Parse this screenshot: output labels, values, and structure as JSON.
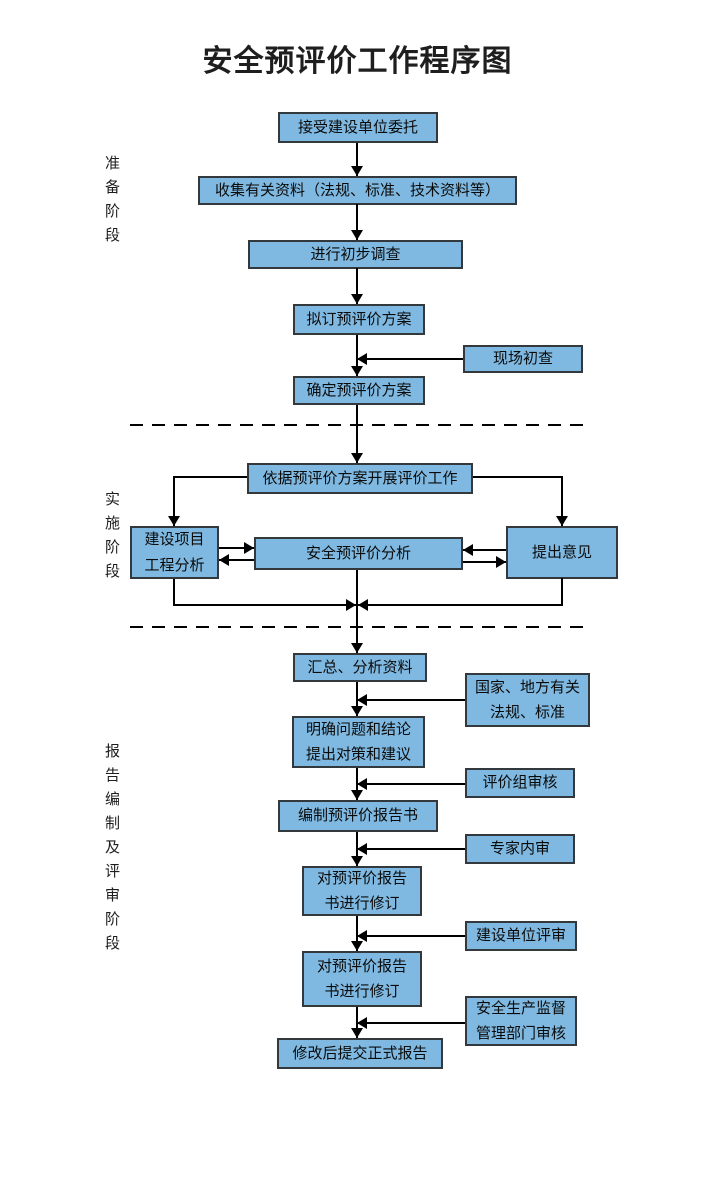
{
  "title": "安全预评价工作程序图",
  "stages": {
    "preparation": "准备阶段",
    "implementation": "实施阶段",
    "reporting": "报告编制及评审阶段"
  },
  "flow": {
    "accept": "接受建设单位委托",
    "collect": "收集有关资料（法规、标准、技术资料等）",
    "survey": "进行初步调查",
    "draft_plan": "拟订预评价方案",
    "site_check": "现场初查",
    "confirm_plan": "确定预评价方案",
    "carry_out": "依据预评价方案开展评价工作",
    "project_analysis": "建设项目\n工程分析",
    "safety_analysis": "安全预评价分析",
    "opinions": "提出意见",
    "summarize": "汇总、分析资料",
    "laws": "国家、地方有关\n法规、标准",
    "clarify": "明确问题和结论\n提出对策和建议",
    "group_review": "评价组审核",
    "compile_report": "编制预评价报告书",
    "expert_review": "专家内审",
    "revise1": "对预评价报告\n书进行修订",
    "unit_review": "建设单位评审",
    "revise2": "对预评价报告\n书进行修订",
    "gov_review": "安全生产监督\n管理部门审核",
    "final_report": "修改后提交正式报告"
  },
  "colors": {
    "box_fill": "#7FB9E1",
    "box_border": "#33383D",
    "line": "#000000"
  }
}
